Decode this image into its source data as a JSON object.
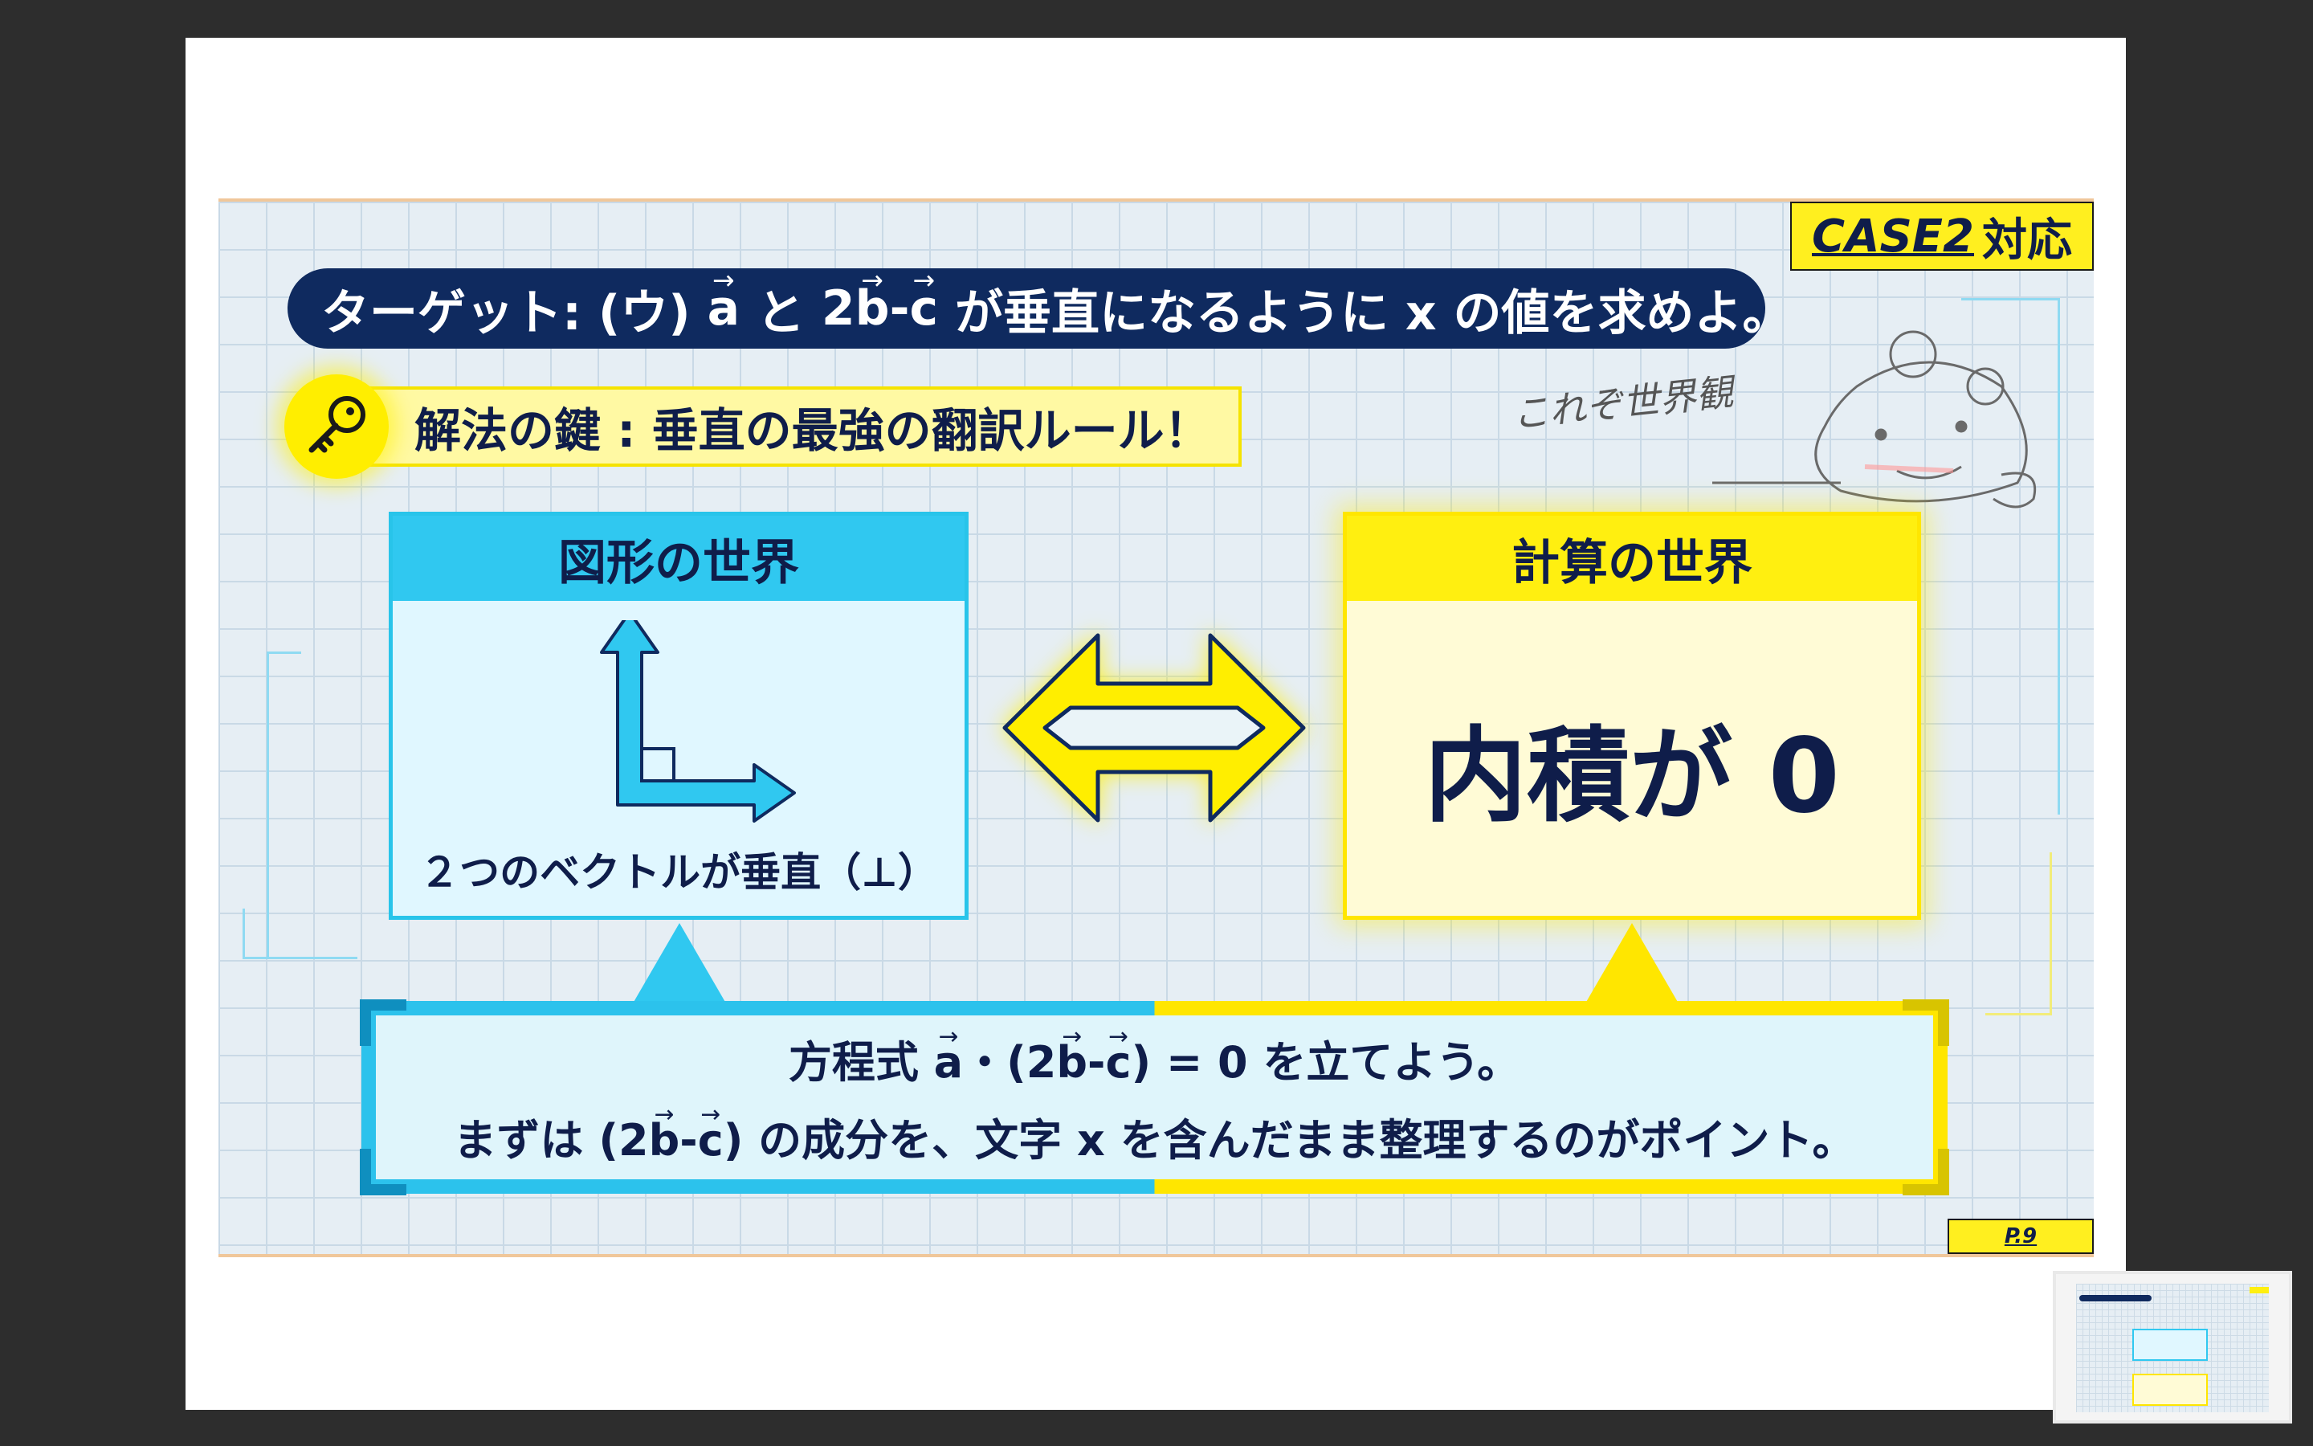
{
  "colors": {
    "navy": "#0f2a5f",
    "cyan": "#30c8f0",
    "yellow": "#ffef10",
    "text_dark": "#0f1d4a",
    "frame_dark": "#2d2d2d"
  },
  "slide": {
    "case_badge": {
      "case_word": "CASE2",
      "suffix": "対応"
    },
    "target": {
      "prefix": "ターゲット: (ウ) ",
      "vec_a": "a",
      "mid": " と ",
      "expr_2": "2",
      "vec_b": "b",
      "dash": "-",
      "vec_c": "c",
      "suffix": " が垂直になるように x の値を求めよ。"
    },
    "key": {
      "icon": "key-icon",
      "banner": "解法の鍵 : 垂直の最強の翻訳ルール！"
    },
    "left_panel": {
      "title": "図形の世界",
      "icon": "perpendicular-arrows-icon",
      "caption": "２つのベクトルが垂直（⊥）"
    },
    "double_arrow_icon": "double-arrow-icon",
    "right_panel": {
      "title": "計算の世界",
      "big_text": "内積が 0"
    },
    "bottom": {
      "line1_prefix": "方程式 ",
      "line1_vec_a": "a",
      "line1_dot": "・(2",
      "line1_vec_b": "b",
      "line1_dash": "-",
      "line1_vec_c": "c",
      "line1_suffix": ") = 0 を立てよう。",
      "line2_prefix": "まずは (2",
      "line2_vec_b": "b",
      "line2_dash": "-",
      "line2_vec_c": "c",
      "line2_suffix": ") の成分を、文字 x を含んだまま整理するのがポイント。"
    },
    "sketch_text": "これぞ世界観",
    "page_tag": "P.9"
  },
  "thumbnail": {
    "icon": "slide-thumbnail"
  }
}
